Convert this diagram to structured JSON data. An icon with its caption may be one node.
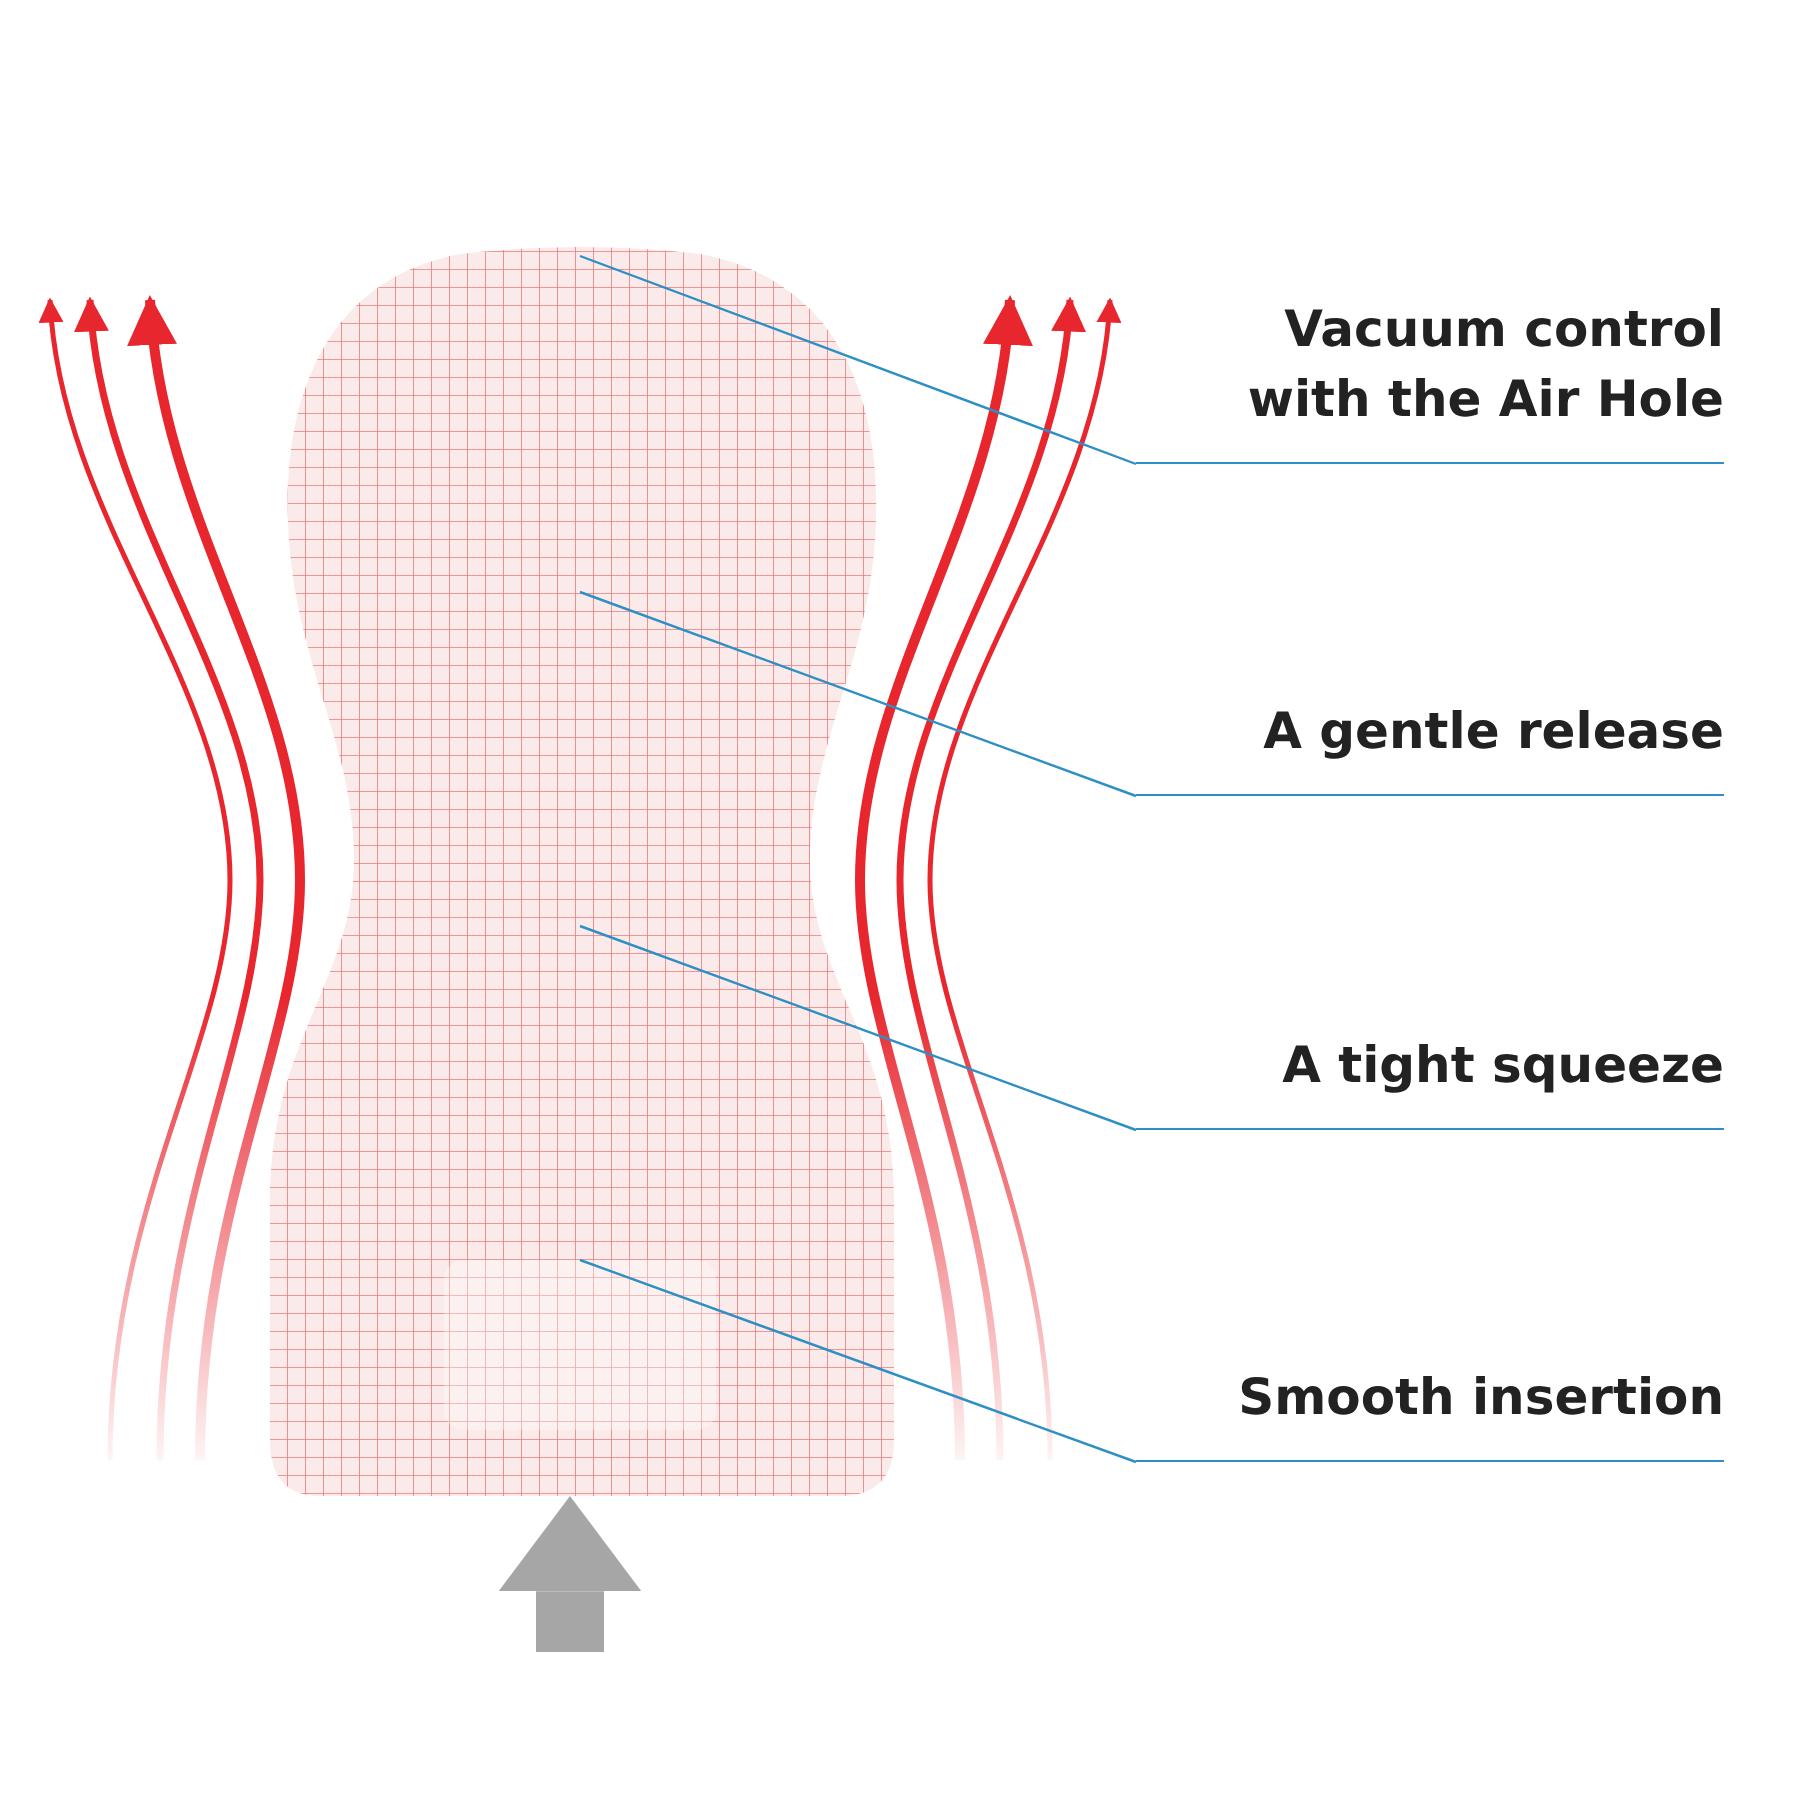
{
  "diagram": {
    "nodes": [
      {
        "text": [],
        "shape": "picture"
      },
      {
        "text": [
          "Vacuum control with the Air Hole"
        ]
      },
      {
        "text": [
          "A gentle release"
        ]
      },
      {
        "text": [
          "A tight squeeze"
        ]
      },
      {
        "text": [
          "Smooth insertion"
        ]
      }
    ],
    "edges": [
      {
        "from": null,
        "to": 0,
        "arrow": "to",
        "style": "thick",
        "color": "#a6a6a6"
      },
      {
        "from": 1,
        "to": 0,
        "arrow": "none"
      },
      {
        "from": 2,
        "to": 0,
        "arrow": "none"
      },
      {
        "from": 3,
        "to": 0,
        "arrow": "none"
      },
      {
        "from": 4,
        "to": 0,
        "arrow": "none"
      }
    ]
  }
}
